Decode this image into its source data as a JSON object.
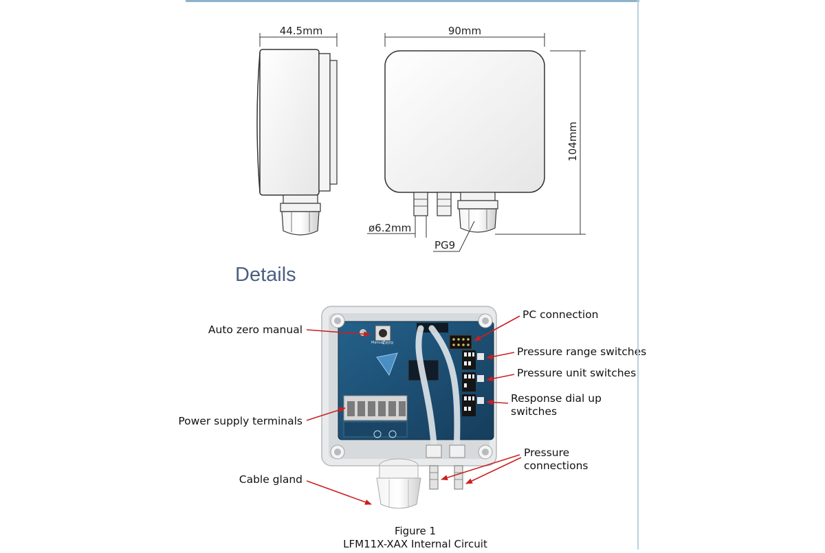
{
  "dimensions": {
    "depth": "44.5mm",
    "width": "90mm",
    "height": "104mm",
    "port_diameter": "ø6.2mm",
    "gland_thread": "PG9"
  },
  "section_title": "Details",
  "board_silkscreen": {
    "zero_small": "Manual",
    "zero": "Zero"
  },
  "callouts": {
    "auto_zero": "Auto zero manual",
    "power_terminals": "Power supply terminals",
    "cable_gland": "Cable gland",
    "pc_connection": "PC connection",
    "range_switches": "Pressure range switches",
    "unit_switches": "Pressure unit switches",
    "response_line1": "Response dial up",
    "response_line2": "switches",
    "pressure_line1": "Pressure",
    "pressure_line2": "connections"
  },
  "caption": {
    "figure": "Figure 1",
    "title": "LFM11X-XAX Internal Circuit"
  },
  "colors": {
    "frame": "#8fb2cc",
    "heading": "#4a5f82",
    "callout_arrow": "#cc1f1f",
    "pcb": "#1d4e73",
    "housing": "#e9ebec"
  }
}
